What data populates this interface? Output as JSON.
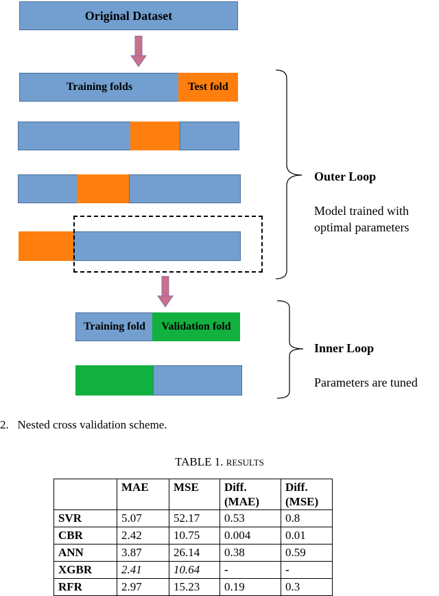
{
  "diagram": {
    "original_dataset_label": "Original Dataset",
    "training_folds_label": "Training folds",
    "test_fold_label": "Test fold",
    "training_fold_label": "Training fold",
    "validation_fold_label": "Validation fold",
    "outer_loop_title": "Outer Loop",
    "outer_loop_desc_line1": "Model trained with",
    "outer_loop_desc_line2": "optimal parameters",
    "inner_loop_title": "Inner Loop",
    "inner_loop_desc": "Parameters are tuned",
    "colors": {
      "fold_blue": "#729fcf",
      "test_orange": "#ff7f0e",
      "validation_green": "#12b03f",
      "arrow_pink": "#c9708a"
    }
  },
  "figure_caption": "2.   Nested cross validation scheme.",
  "table": {
    "caption_main": "TABLE 1.",
    "caption_small": "RESULTS",
    "header": [
      "",
      "MAE",
      "MSE",
      "Diff. (MAE)",
      "Diff. (MSE)"
    ],
    "rows": [
      {
        "model": "SVR",
        "mae": "5.07",
        "mse": "52.17",
        "diff_mae": "0.53",
        "diff_mse": "0.8"
      },
      {
        "model": "CBR",
        "mae": "2.42",
        "mse": "10.75",
        "diff_mae": "0.004",
        "diff_mse": "0.01"
      },
      {
        "model": "ANN",
        "mae": "3.87",
        "mse": "26.14",
        "diff_mae": "0.38",
        "diff_mse": "0.59"
      },
      {
        "model": "XGBR",
        "mae": "2.41",
        "mse": "10.64",
        "diff_mae": "-",
        "diff_mse": "-"
      },
      {
        "model": "RFR",
        "mae": "2.97",
        "mse": "15.23",
        "diff_mae": "0.19",
        "diff_mse": "0.3"
      }
    ]
  }
}
